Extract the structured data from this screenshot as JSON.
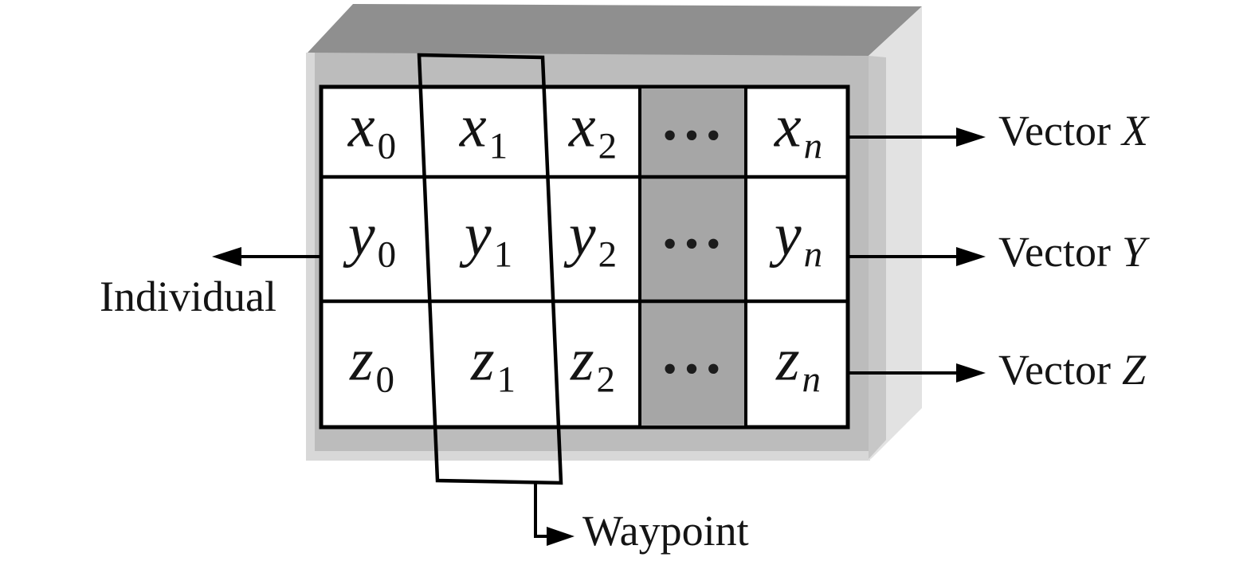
{
  "colors": {
    "background": "#ffffff",
    "box_top_face": "#8f8f8f",
    "box_front_face": "#bcbcbc",
    "box_side_face": "#e2e2e2",
    "box_side_bevel": "#c7c7c7",
    "box_edge_highlight": "#d8d8d8",
    "dots_column_fill": "#a6a6a6",
    "line": "#000000",
    "cell_background": "#ffffff",
    "text": "#141414"
  },
  "matrix": {
    "rows": [
      {
        "var": "x",
        "subs": [
          "0",
          "1",
          "2",
          "n"
        ],
        "dots": "···"
      },
      {
        "var": "y",
        "subs": [
          "0",
          "1",
          "2",
          "n"
        ],
        "dots": "···"
      },
      {
        "var": "z",
        "subs": [
          "0",
          "1",
          "2",
          "n"
        ],
        "dots": "···"
      }
    ]
  },
  "labels": {
    "individual": "Individual",
    "waypoint": "Waypoint",
    "vectors": [
      {
        "word": "Vector",
        "var": "X"
      },
      {
        "word": "Vector",
        "var": "Y"
      },
      {
        "word": "Vector",
        "var": "Z"
      }
    ]
  }
}
